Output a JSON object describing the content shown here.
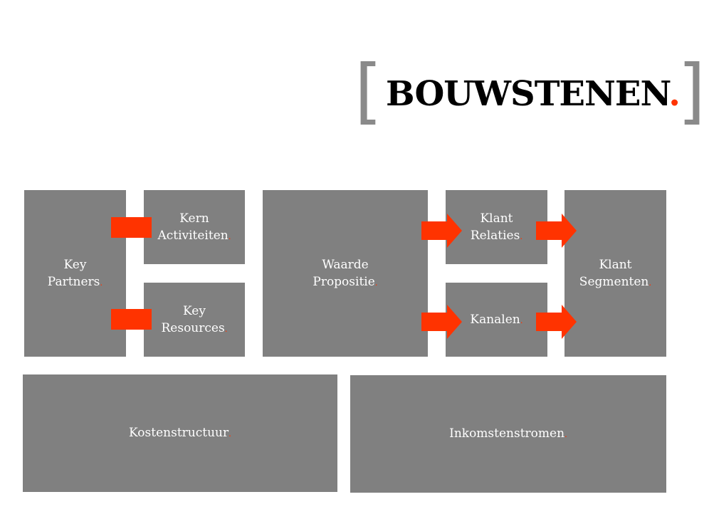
{
  "title": {
    "bracket_left": "[",
    "text": "BOUWSTENEN",
    "dot": ".",
    "bracket_right": "]"
  },
  "blocks": {
    "key_partners": {
      "line1": "Key",
      "line2": "Partners",
      "dot": "."
    },
    "kern_activiteiten": {
      "line1": "Kern",
      "line2": "Activiteiten",
      "dot": "."
    },
    "key_resources": {
      "line1": "Key",
      "line2": "Resources",
      "dot": "."
    },
    "waarde_propositie": {
      "line1": "Waarde",
      "line2": "Propositie",
      "dot": "."
    },
    "klant_relaties": {
      "line1": "Klant",
      "line2": "Relaties",
      "dot": "."
    },
    "kanalen": {
      "line1": "Kanalen",
      "dot": "."
    },
    "klant_segmenten": {
      "line1": "Klant",
      "line2": "Segmenten",
      "dot": "."
    },
    "kostenstructuur": {
      "line1": "Kostenstructuur",
      "dot": "."
    },
    "inkomstenstromen": {
      "line1": "Inkomstenstromen",
      "dot": "."
    }
  },
  "colors": {
    "block": "#808080",
    "accent": "#ff3300",
    "bracket": "#8a8a8a"
  }
}
